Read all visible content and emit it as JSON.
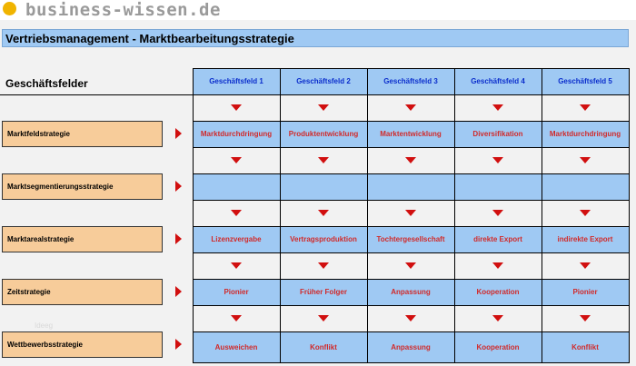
{
  "logo_text": "business-wissen.de",
  "title": "Vertriebsmanagement - Marktbearbeitungsstrategie",
  "row_label": "Geschäftsfelder",
  "watermark": "Ideeg",
  "colors": {
    "header_blue": "#9fc9f3",
    "strategy_orange": "#f7cc9a",
    "value_red": "#d12a2a",
    "header_text_blue": "#0a2dcc"
  },
  "icons": {
    "down_arrow": "red-down-triangle",
    "pointer": "red-right-triangle",
    "logo": "yellow-circle"
  },
  "fields": [
    "Geschäftsfeld 1",
    "Geschäftsfeld 2",
    "Geschäftsfeld 3",
    "Geschäftsfeld 4",
    "Geschäftsfeld 5"
  ],
  "strategies": [
    {
      "label": "Marktfeldstrategie",
      "values": [
        "Marktdurchdringung",
        "Produktentwicklung",
        "Marktentwicklung",
        "Diversifikation",
        "Marktdurchdringung"
      ]
    },
    {
      "label": "Marktsegmentierungsstrategie",
      "values": [
        "",
        "",
        "",
        "",
        ""
      ]
    },
    {
      "label": "Marktarealstrategie",
      "values": [
        "Lizenzvergabe",
        "Vertragsproduktion",
        "Tochtergesellschaft",
        "direkte Export",
        "indirekte Export"
      ]
    },
    {
      "label": "Zeitstrategie",
      "values": [
        "Pionier",
        "Früher Folger",
        "Anpassung",
        "Kooperation",
        "Pionier"
      ]
    },
    {
      "label": "Wettbewerbsstrategie",
      "values": [
        "Ausweichen",
        "Konflikt",
        "Anpassung",
        "Kooperation",
        "Konflikt"
      ]
    }
  ]
}
